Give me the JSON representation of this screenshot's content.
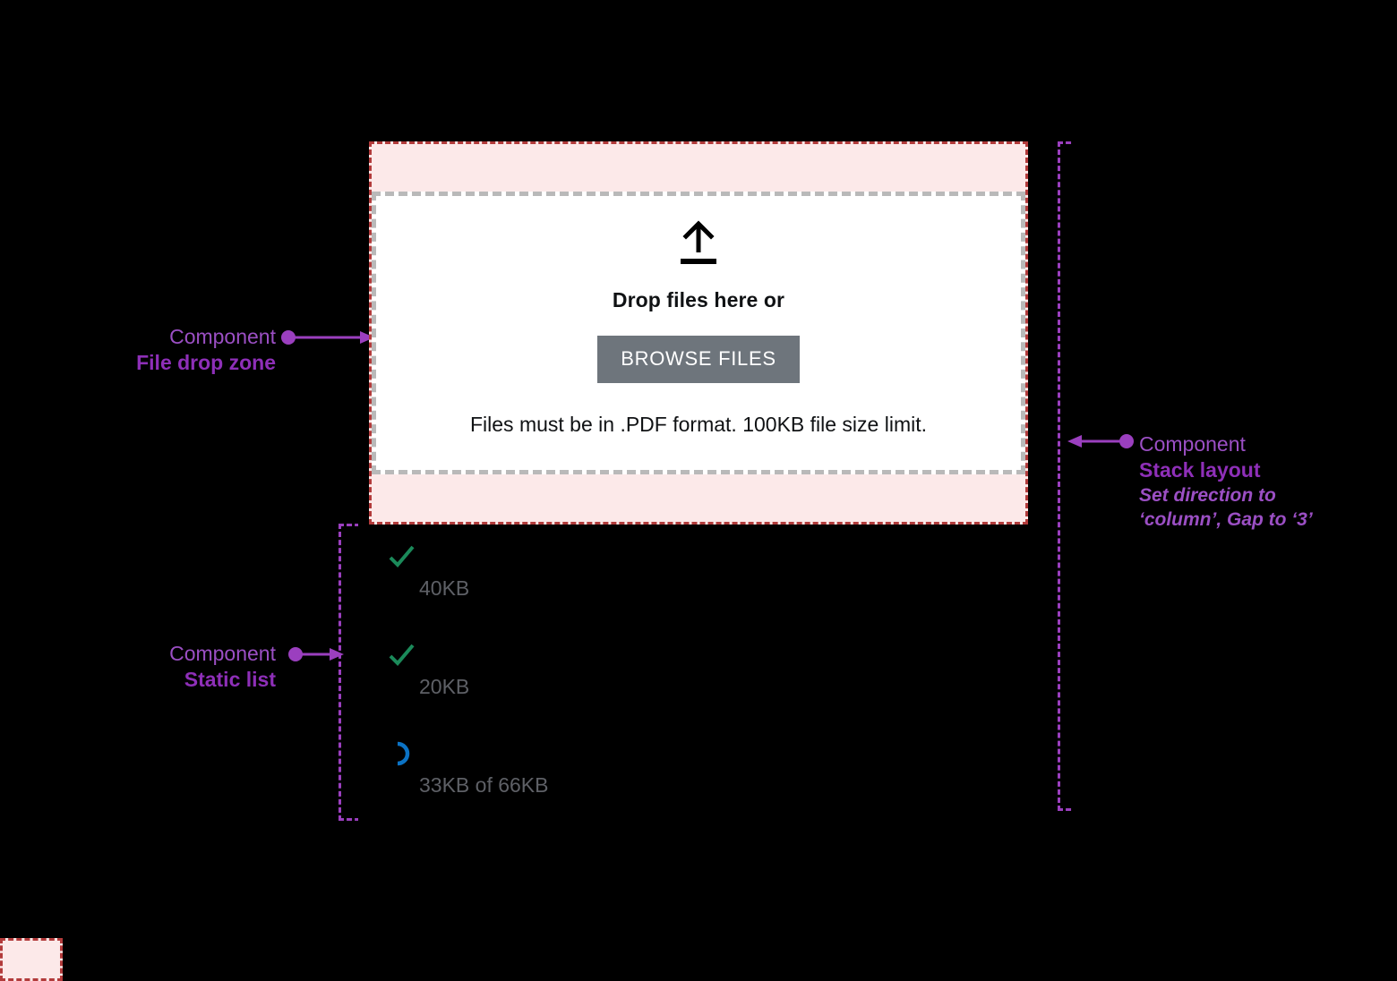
{
  "colors": {
    "background": "#000000",
    "annotation_purple": "#9b3fbf",
    "annotation_purple_bold": "#8e2fb8",
    "padding_pink": "#fce9e9",
    "padding_pink_border": "#b23b3b",
    "dropzone_border": "#b9b9b9",
    "button_gray": "#6e757c",
    "success_green": "#1b8a5a",
    "spinner_blue": "#0b72c4",
    "meta_gray": "#5e6066"
  },
  "drop_zone": {
    "icon": "upload-arrow-icon",
    "title": "Drop files here or",
    "browse_button_label": "BROWSE FILES",
    "hint": "Files must be in .PDF format. 100KB file size limit."
  },
  "static_list": {
    "items": [
      {
        "status_icon": "check-icon",
        "status": "complete",
        "file_name": "",
        "meta": "40KB"
      },
      {
        "status_icon": "check-icon",
        "status": "complete",
        "file_name": "",
        "meta": "20KB"
      },
      {
        "status_icon": "spinner-icon",
        "status": "uploading",
        "file_name": "",
        "meta": "33KB of 66KB"
      }
    ]
  },
  "annotations": [
    {
      "id": "file-drop-zone",
      "kicker": "Component",
      "title": "File drop zone",
      "note": ""
    },
    {
      "id": "static-list",
      "kicker": "Component",
      "title": "Static list",
      "note": ""
    },
    {
      "id": "stack-layout",
      "kicker": "Component",
      "title": "Stack layout",
      "note": "Set direction to ‘column’, Gap to ‘3’"
    }
  ]
}
